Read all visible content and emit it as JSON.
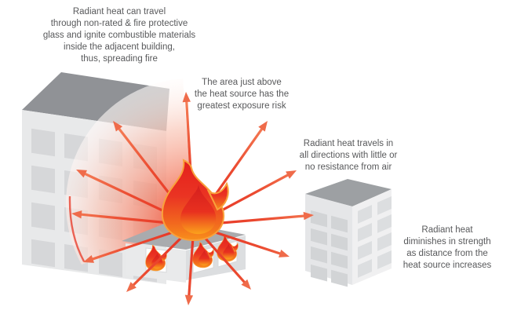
{
  "title": "Radiant heat diagram",
  "colors": {
    "text_gray": "#58595b",
    "arrow_red": "#e63124",
    "arrow_orange": "#f78a5f",
    "arrowhead": "#ef6b4a",
    "flame_red": "#e4201c",
    "flame_orange": "#f88f1b",
    "flame_outline": "#f9a13b",
    "fan_red": "#ee3a24",
    "building_face": "#e8e9ea",
    "building_roof_dark": "#909296",
    "window_gray": "#d6d7d9"
  },
  "icons": {
    "flame-icon": "stylized flame (heat source)",
    "heat-arrow-icon": "radiating heat arrow"
  },
  "annotations": {
    "top_left": {
      "lines": [
        "Radiant heat can travel",
        "through non-rated & fire protective",
        "glass and ignite combustible materials",
        "inside the adjacent building,",
        "thus, spreading fire"
      ]
    },
    "top_center": {
      "lines": [
        "The area just above",
        "the heat source has the",
        "greatest exposure risk"
      ]
    },
    "right": {
      "lines": [
        "Radiant heat travels in",
        "all directions with little or",
        "no resistance from air"
      ]
    },
    "bottom_right": {
      "lines": [
        "Radiant heat",
        "diminishes in strength",
        "as distance from the",
        "heat source increases"
      ]
    }
  }
}
